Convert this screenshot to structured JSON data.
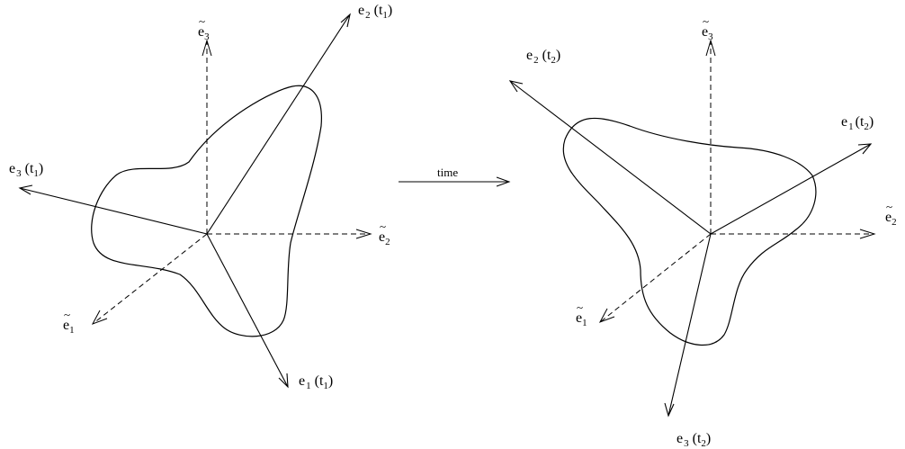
{
  "diagram": {
    "caption": "time",
    "left": {
      "fixed_axes": [
        {
          "base": "e",
          "accent": "~",
          "index": "1"
        },
        {
          "base": "e",
          "accent": "~",
          "index": "2"
        },
        {
          "base": "e",
          "accent": "~",
          "index": "3"
        }
      ],
      "body_axes": [
        {
          "base": "e",
          "index": "1",
          "open": "(t",
          "time_index": "1",
          "close": ")"
        },
        {
          "base": "e",
          "index": "2",
          "open": "(t",
          "time_index": "1",
          "close": ")"
        },
        {
          "base": "e",
          "index": "3",
          "open": "(t",
          "time_index": "1",
          "close": ")"
        }
      ]
    },
    "right": {
      "fixed_axes": [
        {
          "base": "e",
          "accent": "~",
          "index": "1"
        },
        {
          "base": "e",
          "accent": "~",
          "index": "2"
        },
        {
          "base": "e",
          "accent": "~",
          "index": "3"
        }
      ],
      "body_axes": [
        {
          "base": "e",
          "index": "1",
          "open": "(t",
          "time_index": "2",
          "close": ")"
        },
        {
          "base": "e",
          "index": "2",
          "open": "(t",
          "time_index": "2",
          "close": ")"
        },
        {
          "base": "e",
          "index": "3",
          "open": "(t",
          "time_index": "2",
          "close": ")"
        }
      ]
    }
  }
}
